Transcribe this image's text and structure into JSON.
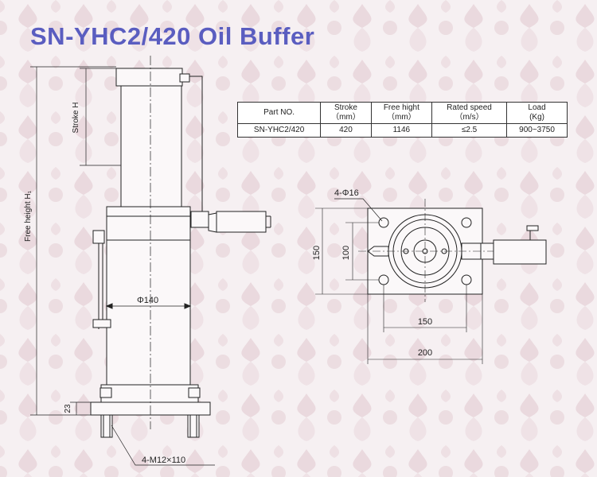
{
  "title": "SN-YHC2/420 Oil Buffer",
  "table": {
    "headers": [
      {
        "label": "Part NO.",
        "unit": ""
      },
      {
        "label": "Stroke",
        "unit": "（mm）"
      },
      {
        "label": "Free hight",
        "unit": "（mm）"
      },
      {
        "label": "Rated speed",
        "unit": "（m/s）"
      },
      {
        "label": "Load",
        "unit": "(Kg)"
      }
    ],
    "row": [
      "SN-YHC2/420",
      "420",
      "1146",
      "≤2.5",
      "900~3750"
    ]
  },
  "labels": {
    "stroke": "Stroke H",
    "free_height": "Free height H₁",
    "diameter": "Φ140",
    "base_dim": "23",
    "bolts": "4-M12×110",
    "holes": "4-Φ16",
    "dim_150_v": "150",
    "dim_100_v": "100",
    "dim_150_h": "150",
    "dim_200_h": "200"
  }
}
